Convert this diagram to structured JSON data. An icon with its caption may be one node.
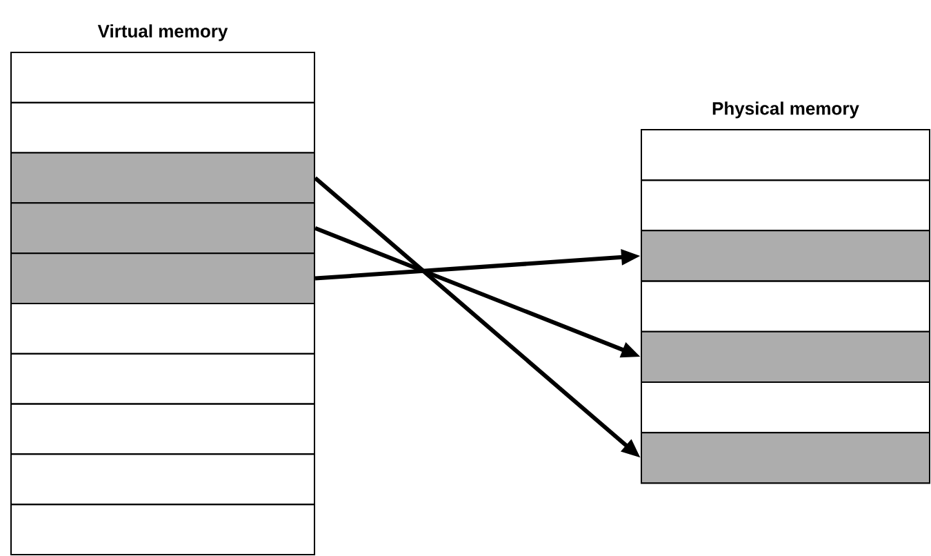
{
  "diagram": {
    "nodes": [
      {
        "text": [
          "Virtual memory"
        ]
      },
      {
        "text": [],
        "shape": "box",
        "in": 0
      },
      {
        "text": [],
        "shape": "box",
        "in": 0
      },
      {
        "text": [],
        "shape": "box",
        "in": 0
      },
      {
        "text": [],
        "shape": "box",
        "in": 0
      },
      {
        "text": [],
        "shape": "box",
        "in": 0
      },
      {
        "text": [],
        "shape": "box",
        "in": 0
      },
      {
        "text": [],
        "shape": "box",
        "in": 0
      },
      {
        "text": [],
        "shape": "box",
        "in": 0
      },
      {
        "text": [],
        "shape": "box",
        "in": 0
      },
      {
        "text": [],
        "shape": "box",
        "in": 0
      },
      {
        "text": [
          "Physical memory"
        ]
      },
      {
        "text": [],
        "shape": "box",
        "in": 11
      },
      {
        "text": [],
        "shape": "box",
        "in": 11
      },
      {
        "text": [],
        "shape": "box",
        "in": 11
      },
      {
        "text": [],
        "shape": "box",
        "in": 11
      },
      {
        "text": [],
        "shape": "box",
        "in": 11
      },
      {
        "text": [],
        "shape": "box",
        "in": 11
      },
      {
        "text": [],
        "shape": "box",
        "in": 11
      }
    ],
    "edges": [
      {
        "from": 3,
        "to": 18,
        "arrow": "to"
      },
      {
        "from": 4,
        "to": 16,
        "arrow": "to"
      },
      {
        "from": 5,
        "to": 14,
        "arrow": "to"
      }
    ]
  }
}
